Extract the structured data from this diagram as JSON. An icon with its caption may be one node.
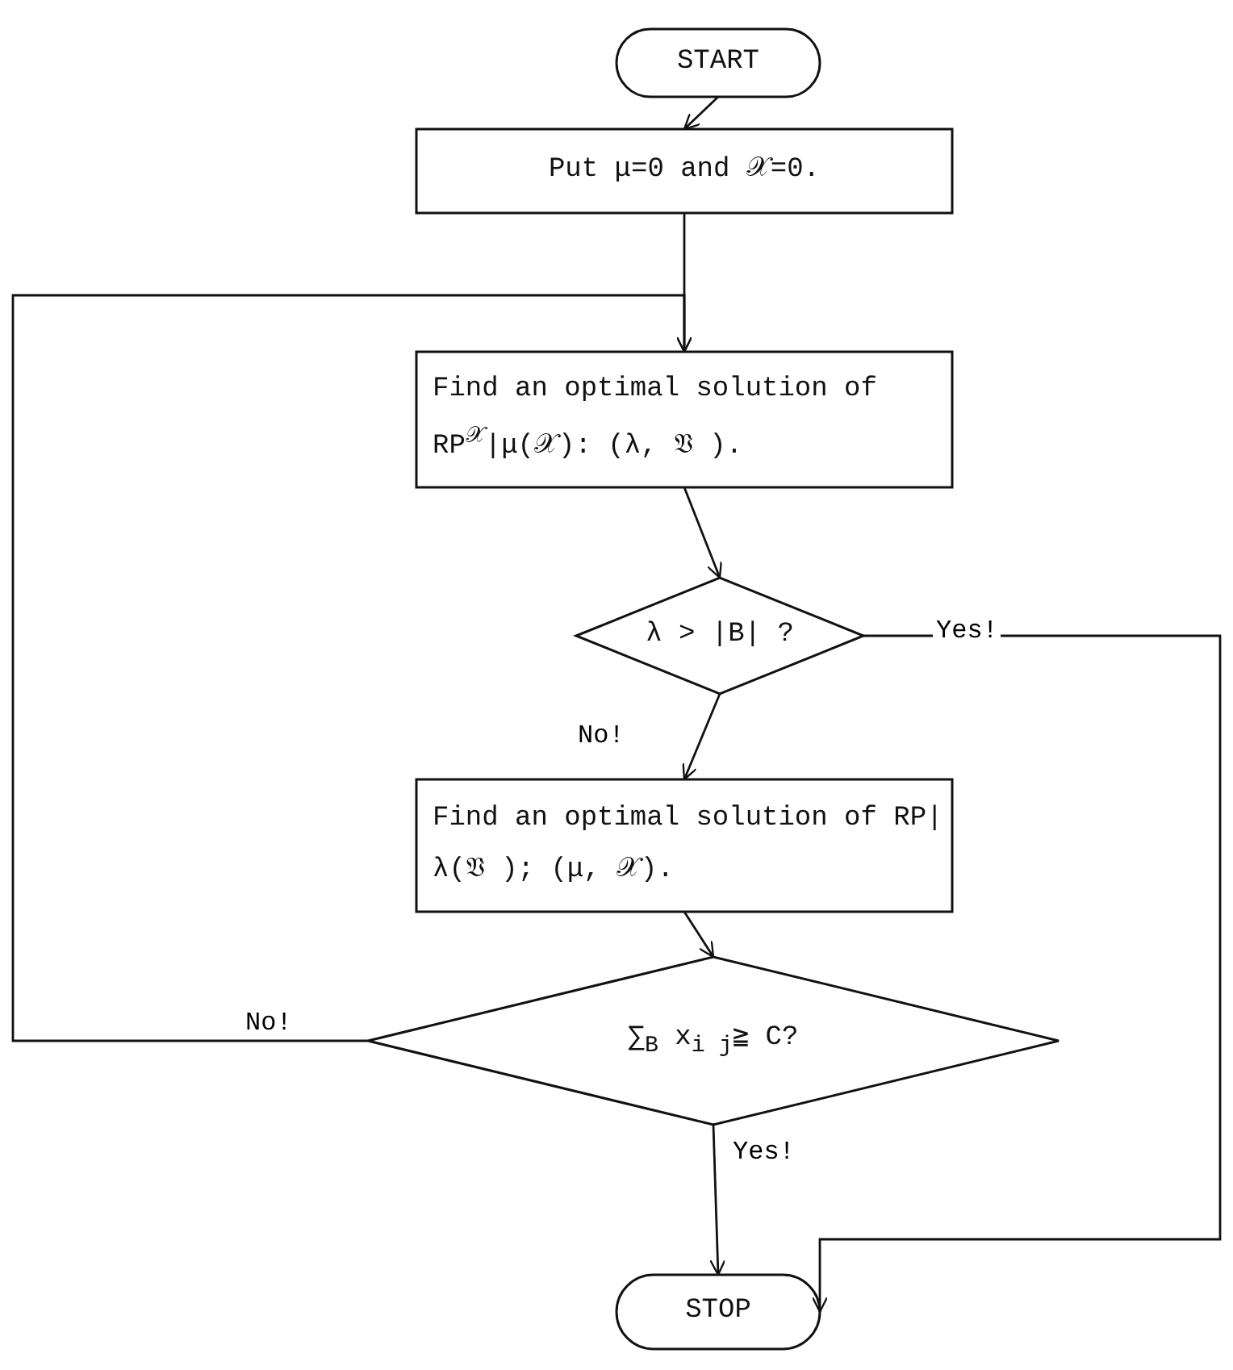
{
  "diagram": {
    "nodes": [
      {
        "text": [
          "START"
        ]
      },
      {
        "text": [
          "Put μ=0 and 𝒳=0."
        ]
      },
      {
        "text": [
          "Find an optimal solution of RP$^{𝒳}$|μ(𝒳): (λ, 𝔙 )."
        ]
      },
      {
        "text": [
          "λ > |B| ?"
        ]
      },
      {
        "text": [
          "Find an optimal solution of RP|λ(𝔙 ); (μ, 𝒳)."
        ]
      },
      {
        "text": [
          "∑$_{B}$ x$_{i j}$≧ C?"
        ]
      },
      {
        "text": [
          "STOP"
        ]
      }
    ],
    "edges": [
      {
        "from": 0,
        "to": 1,
        "arrow": "to"
      },
      {
        "from": 1,
        "to": 2,
        "arrow": "to"
      },
      {
        "from": 2,
        "to": 3,
        "arrow": "to"
      },
      {
        "from": 3,
        "to": 4,
        "arrow": "to",
        "label": "No!"
      },
      {
        "from": 3,
        "to": 6,
        "arrow": "to",
        "label": "Yes!"
      },
      {
        "from": 4,
        "to": 5,
        "arrow": "to"
      },
      {
        "from": 5,
        "to": 2,
        "arrow": "to",
        "label": "No!"
      },
      {
        "from": 5,
        "to": 6,
        "arrow": "to",
        "label": "Yes!"
      }
    ]
  }
}
